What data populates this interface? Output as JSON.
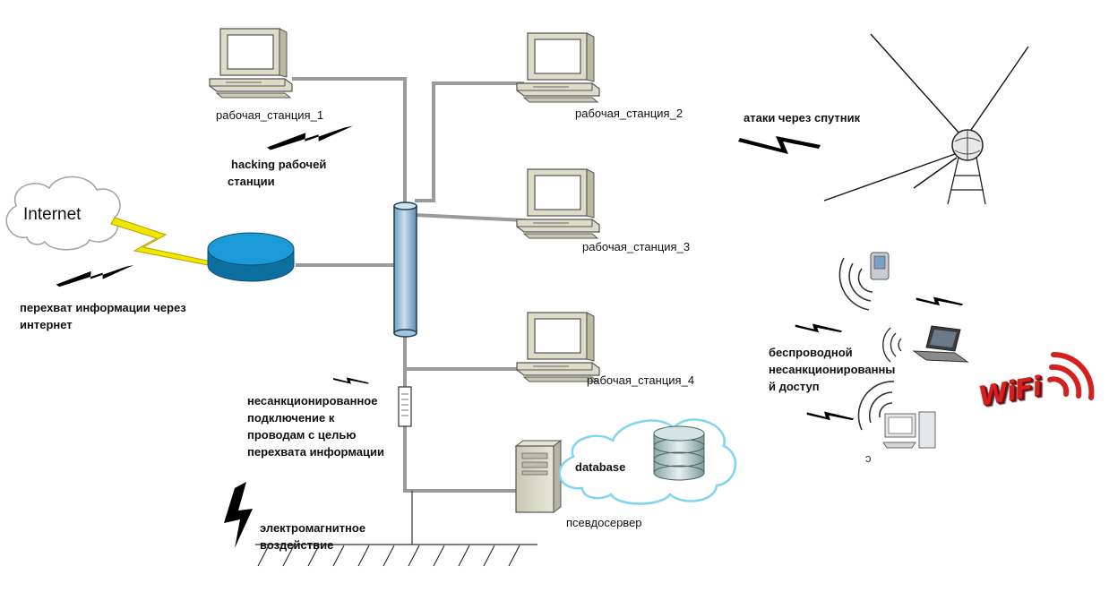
{
  "nodes": {
    "ws1": "рабочая_станция_1",
    "ws2": "рабочая_станция_2",
    "ws3": "рабочая_станция_3",
    "ws4": "рабочая_станция_4",
    "internet": "Internet",
    "pseudoserver": "псевдосервер",
    "database": "database"
  },
  "threats": {
    "hacking": [
      "hacking рабочей",
      "станции"
    ],
    "interception": [
      "перехват информации через",
      "интернет"
    ],
    "satellite": "атаки через спутник",
    "wireless": [
      "беспроводной",
      "несанкционированны",
      "й доступ"
    ],
    "wiretap": [
      "несанкционированное",
      "подключение к",
      "проводам с целью",
      "перехвата информации"
    ],
    "em": [
      "электромагнитное",
      "воздействие"
    ]
  },
  "wifi_logo": "WiFi",
  "stray_glyph": "ɔ",
  "colors": {
    "cable": "#9a9a9a",
    "hub_fill": "#9fc4dc",
    "router_fill": "#1a8fc8",
    "lightning_yellow": "#f2e600",
    "cloud_border": "#7fd4f0",
    "wifi_red": "#d42020",
    "computer_body": "#dcdcc8"
  }
}
